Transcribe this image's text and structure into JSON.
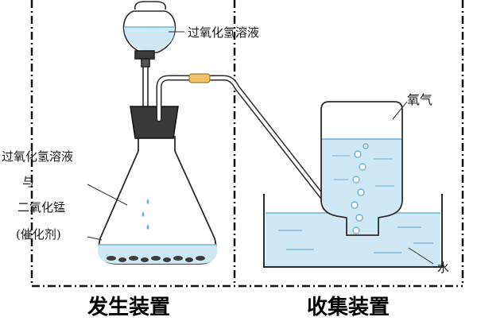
{
  "labels": {
    "funnel_liquid": "过氧化氢溶液",
    "flask_contents_line1": "过氧化氢溶液",
    "flask_contents_line2": "与",
    "flask_contents_line3": "二氧化锰",
    "flask_contents_line4": "(催化剂)",
    "oxygen": "氧气",
    "water": "水"
  },
  "captions": {
    "generation": "发生装置",
    "collection": "收集装置"
  },
  "colors": {
    "liquid": "#cfe8f5",
    "liquid_line": "#6fb3d9",
    "outline": "#2b2b2b",
    "stopper": "#3a3a3a",
    "rubber_tube": "#f0c36a",
    "bubble": "#9fd2ec"
  }
}
